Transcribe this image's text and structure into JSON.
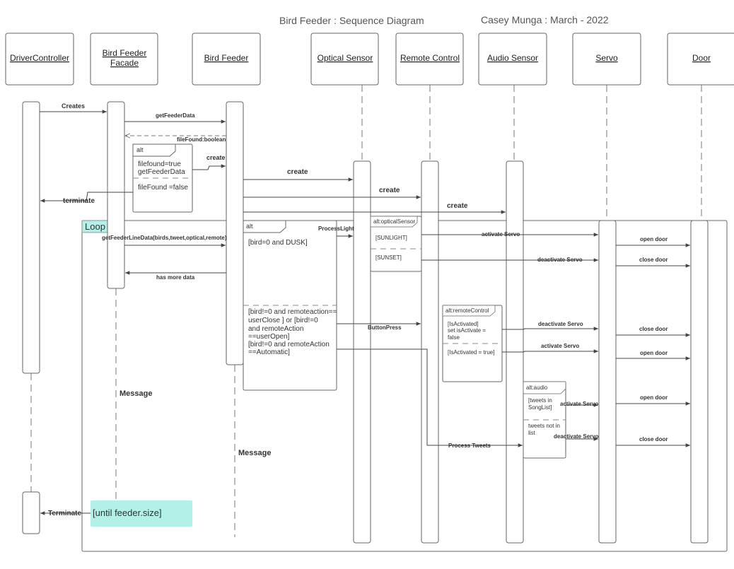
{
  "diagram": {
    "title": "Bird Feeder : Sequence Diagram",
    "author": "Casey Munga : March - 2022",
    "participants": [
      "DriverController",
      "Bird Feeder Facade",
      "Bird Feeder",
      "Optical Sensor",
      "Remote Control",
      "Audio Sensor",
      "Servo",
      "Door"
    ],
    "messages": {
      "creates": "Creates",
      "get_feeder_data": "getFeederData",
      "file_found": "fileFound:boolean",
      "create_small": "create",
      "create_optical": "create",
      "create_remote": "create",
      "create_audio": "create",
      "terminate": "terminate",
      "get_line_data": "getFeederLineData(birds,tweet,optical,remote)",
      "has_more_data": "has more data",
      "process_light": "ProcessLight",
      "activate_servo_1": "activate Servo",
      "deactivate_servo_1": "deactivate Servo",
      "open_door_1": "open door",
      "close_door_1": "close door",
      "button_press": "ButtonPress",
      "deactivate_servo_2": "deactivate Servo",
      "activate_servo_2": "activate Servo",
      "close_door_2": "close door",
      "open_door_2": "open door",
      "activate_servo_3": "activate Servo",
      "deactivate_servo_3": "deactivate Servo",
      "open_door_3": "open door",
      "close_door_3": "close door",
      "process_tweets": "Process Tweets",
      "message_1": "Message",
      "message_2": "Message",
      "terminate_final": "Terminate"
    },
    "fragments": {
      "alt_file": {
        "tag": "alt",
        "guard1_line1": "filefound=true",
        "guard1_line2": "getFeederData",
        "guard2": "fileFound =false"
      },
      "loop": {
        "tag": "Loop",
        "condition": "[until feeder.size]"
      },
      "alt_main": {
        "tag": "alt",
        "guard1": "[bird=0 and DUSK]",
        "guard2_lines": [
          "[bird!=0 and remoteaction==",
          "userClose ]    or [bird!=0",
          "and remoteAction",
          "==userOpen]",
          "[bird!=0 and remoteAction",
          "==Automatic]"
        ]
      },
      "alt_optical": {
        "tag": "alt:opticalSensor",
        "guard1": "[SUNLIGHT]",
        "guard2": "[SUNSET]"
      },
      "alt_remote": {
        "tag": "alt:remoteControl",
        "guard1_lines": [
          "[IsActivated]",
          "set isActivate  =",
          "false"
        ],
        "guard2": "[IsActivated = true]"
      },
      "alt_audio": {
        "tag": "alt:audio",
        "guard1_lines": [
          "[tweets in",
          "SongList]"
        ],
        "guard2_lines": [
          "tweets not in",
          "list"
        ]
      }
    },
    "colors": {
      "loop_fill": "#b2f0e8",
      "line": "#555555",
      "arrow": "#444444"
    }
  }
}
